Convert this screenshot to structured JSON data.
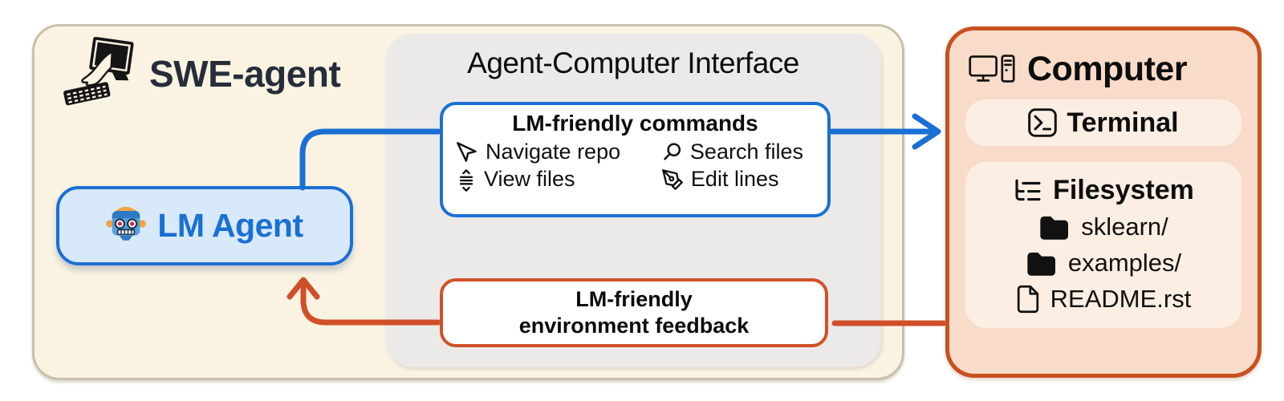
{
  "diagram": {
    "swe_agent": {
      "title": "SWE-agent",
      "logo_icon": "monitor-hand-keyboard-icon"
    },
    "lm_agent": {
      "label": "LM Agent",
      "icon": "robot-icon"
    },
    "aci": {
      "title": "Agent-Computer Interface",
      "commands": {
        "title": "LM-friendly commands",
        "items": [
          {
            "icon": "navigate-icon",
            "label": "Navigate repo"
          },
          {
            "icon": "search-icon",
            "label": "Search files"
          },
          {
            "icon": "view-icon",
            "label": "View files"
          },
          {
            "icon": "edit-icon",
            "label": "Edit lines"
          }
        ]
      },
      "feedback": {
        "line1": "LM-friendly",
        "line2": "environment feedback"
      }
    },
    "computer": {
      "title": "Computer",
      "icon": "desktop-computer-icon",
      "terminal": {
        "label": "Terminal",
        "icon": "terminal-icon"
      },
      "filesystem": {
        "title": "Filesystem",
        "icon": "tree-icon",
        "entries": [
          {
            "type": "folder",
            "icon": "folder-icon",
            "name": "sklearn/"
          },
          {
            "type": "folder",
            "icon": "folder-icon",
            "name": "examples/"
          },
          {
            "type": "file",
            "icon": "file-icon",
            "name": "README.rst"
          }
        ]
      }
    },
    "arrows": {
      "command_flow": {
        "from": "LM Agent",
        "to": "Computer",
        "color": "#1a6fd4"
      },
      "feedback_flow": {
        "from": "Computer",
        "to": "LM Agent",
        "color": "#d14f28"
      }
    },
    "colors": {
      "blue": "#1a6fd4",
      "light_blue": "#d8e9fc",
      "orange": "#d14f28",
      "panel_border_orange": "#c7521f",
      "cream": "#faf3e2",
      "cream_border": "#c9c0ab",
      "gray_panel": "#ebeae9",
      "peach": "#f8dbc9",
      "light_pink": "#fdeee3",
      "ink": "#111111",
      "navy_text": "#262d3a"
    }
  }
}
